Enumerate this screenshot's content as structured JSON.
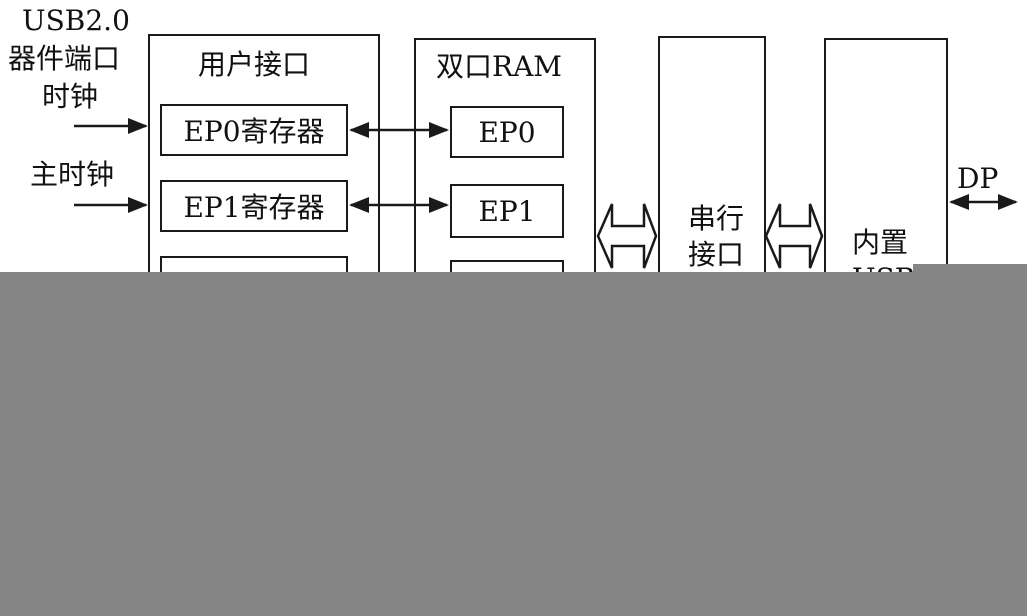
{
  "inputs": {
    "usb_clock": [
      "USB2.0",
      "器件端口",
      "时钟"
    ],
    "main_clock": "主时钟"
  },
  "user_interface": {
    "title": "用户接口",
    "registers": [
      "EP0寄存器",
      "EP1寄存器"
    ]
  },
  "dual_port_ram": {
    "title": "双口RAM",
    "endpoints": [
      "EP0",
      "EP1"
    ]
  },
  "serial_interface": {
    "title": [
      "串行",
      "接口"
    ]
  },
  "builtin_block": {
    "title": [
      "内置",
      "USB"
    ]
  },
  "outputs": {
    "dp": "DP"
  },
  "colors": {
    "line": "#1a1a1a",
    "occluder": "#858585"
  }
}
